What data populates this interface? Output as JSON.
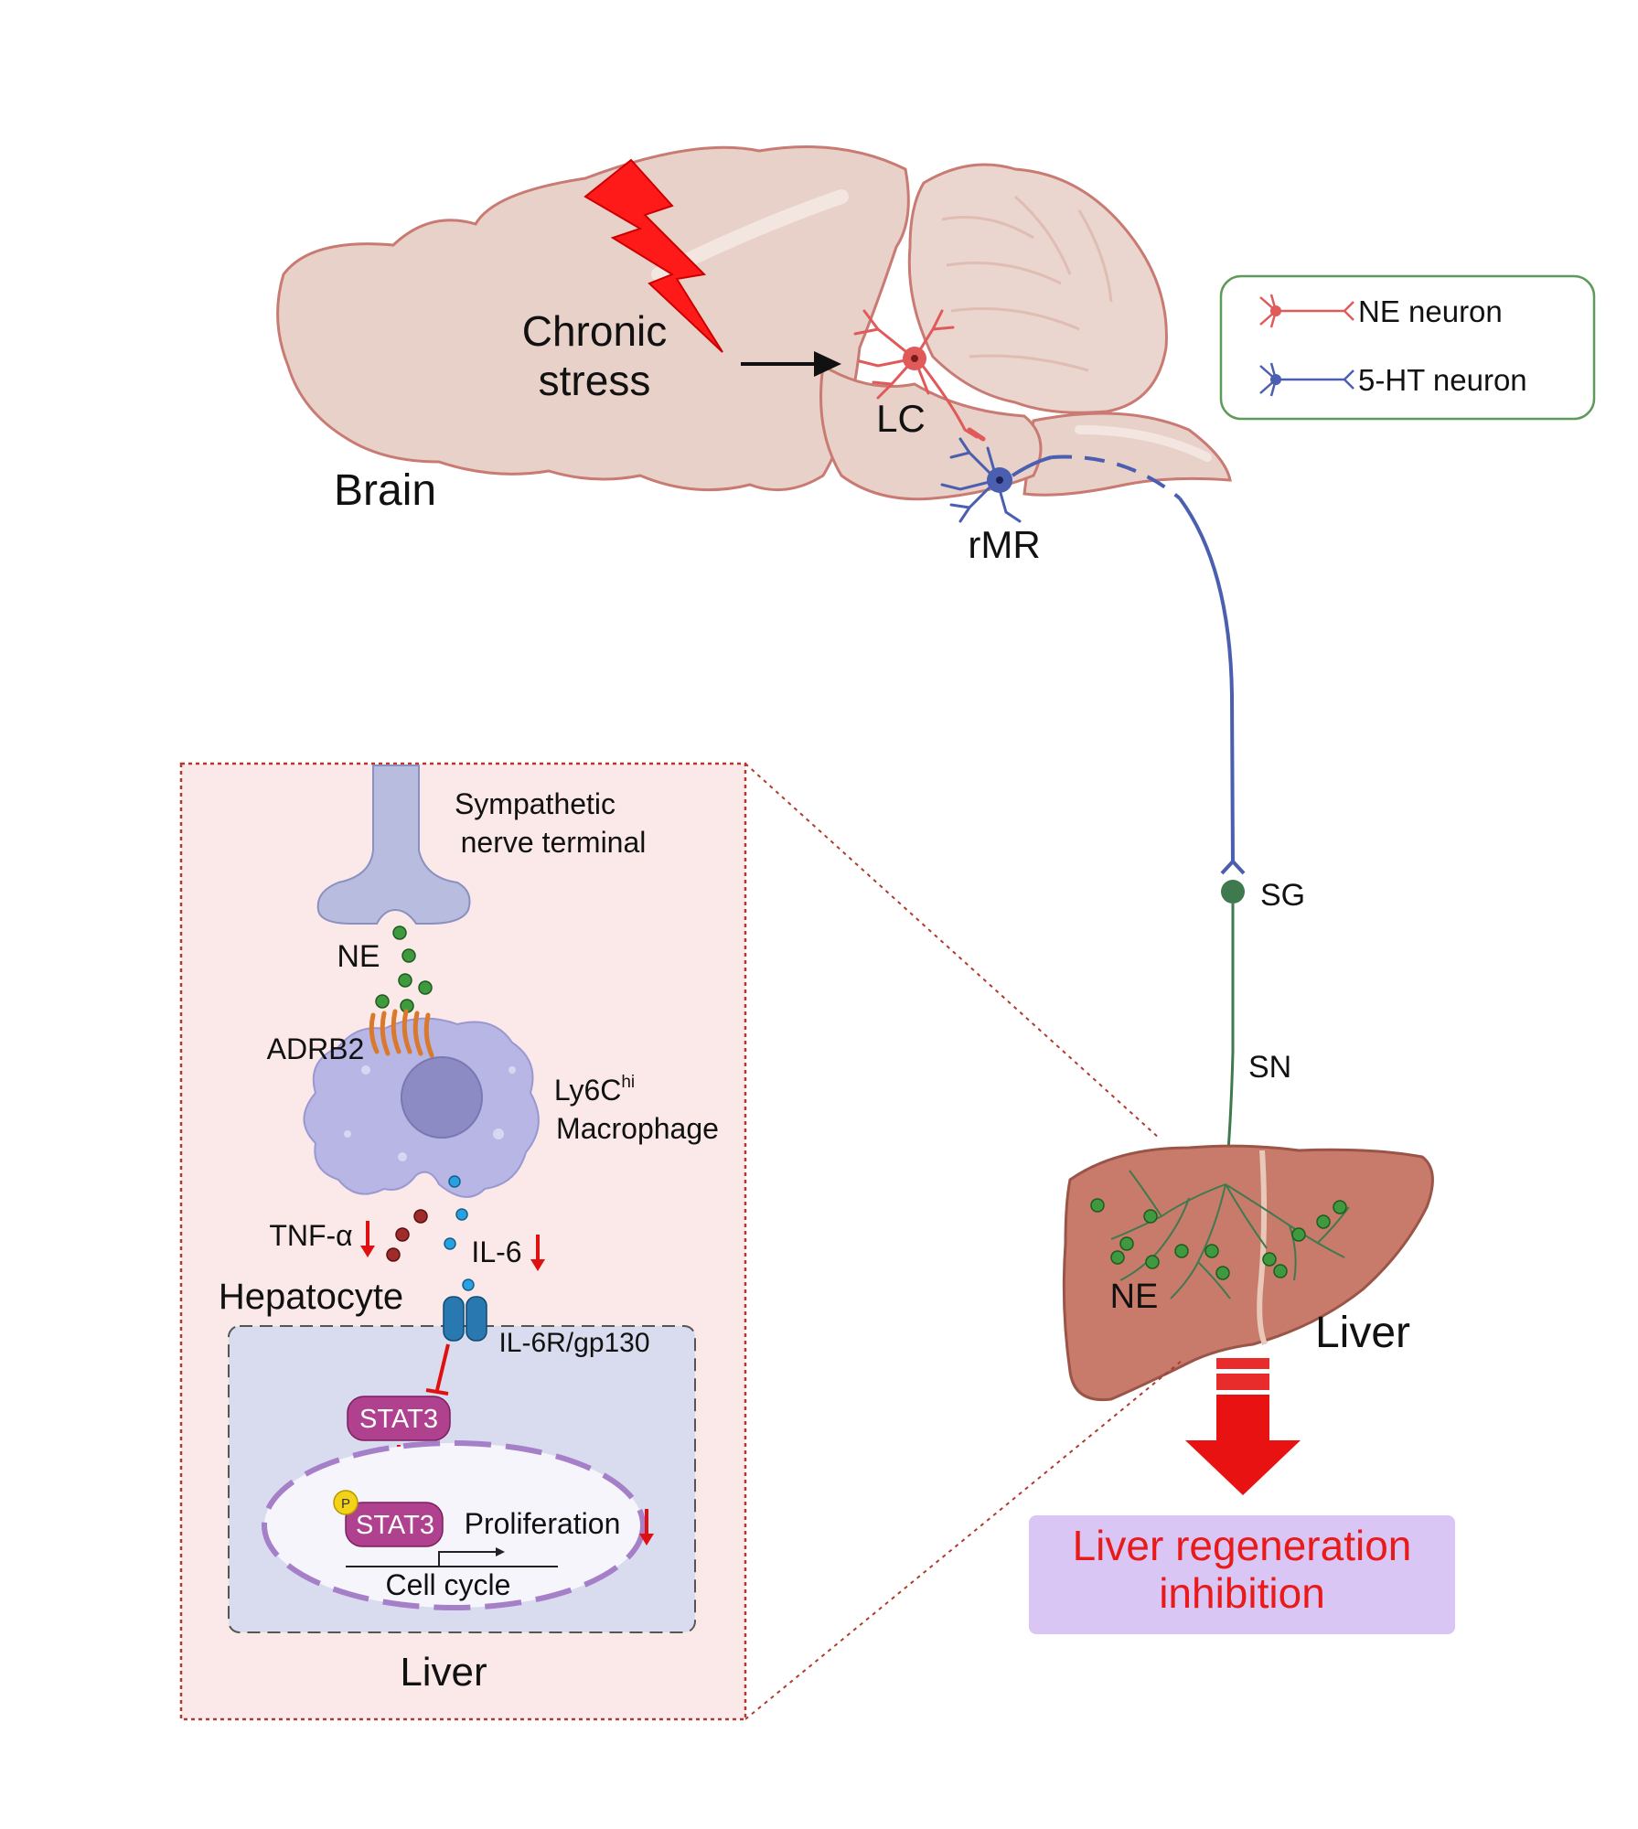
{
  "brain": {
    "label": "Brain",
    "stress_line1": "Chronic",
    "stress_line2": "stress",
    "lc_label": "LC",
    "rmr_label": "rMR"
  },
  "legend": {
    "ne_neuron": "NE neuron",
    "ht_neuron": "5-HT neuron"
  },
  "pathway": {
    "sg_label": "SG",
    "sn_label": "SN"
  },
  "liver_organ": {
    "ne_label": "NE",
    "label": "Liver"
  },
  "outcome": {
    "line1": "Liver regeneration",
    "line2": "inhibition"
  },
  "inset": {
    "nerve_line1": "Sympathetic",
    "nerve_line2": "nerve terminal",
    "ne_label": "NE",
    "adrb2_label": "ADRB2",
    "macrophage_line1_main": "Ly6C",
    "macrophage_line1_sup": "hi",
    "macrophage_line2": "Macrophage",
    "tnf_label": "TNF-α",
    "il6_label": "IL-6",
    "hepatocyte_label": "Hepatocyte",
    "receptor_label": "IL-6R/gp130",
    "stat3_label": "STAT3",
    "pstat3_label": "STAT3",
    "phospho_label": "P",
    "proliferation_label": "Proliferation",
    "cell_cycle_label": "Cell cycle",
    "liver_label": "Liver"
  },
  "colors": {
    "brain_fill": "#e8d1c8",
    "brain_stroke": "#c97a72",
    "ne_red": "#e05a5a",
    "ht_blue": "#4a5fb0",
    "sn_green": "#3f7a4e",
    "liver_fill": "#c87b6b",
    "down_arrow": "#e01010",
    "outcome_bg": "#d9c6f5",
    "outcome_text": "#e81a1a",
    "stat3": "#b0418e",
    "receptor": "#2a78b0",
    "inset_bg": "#fbe9e9"
  }
}
